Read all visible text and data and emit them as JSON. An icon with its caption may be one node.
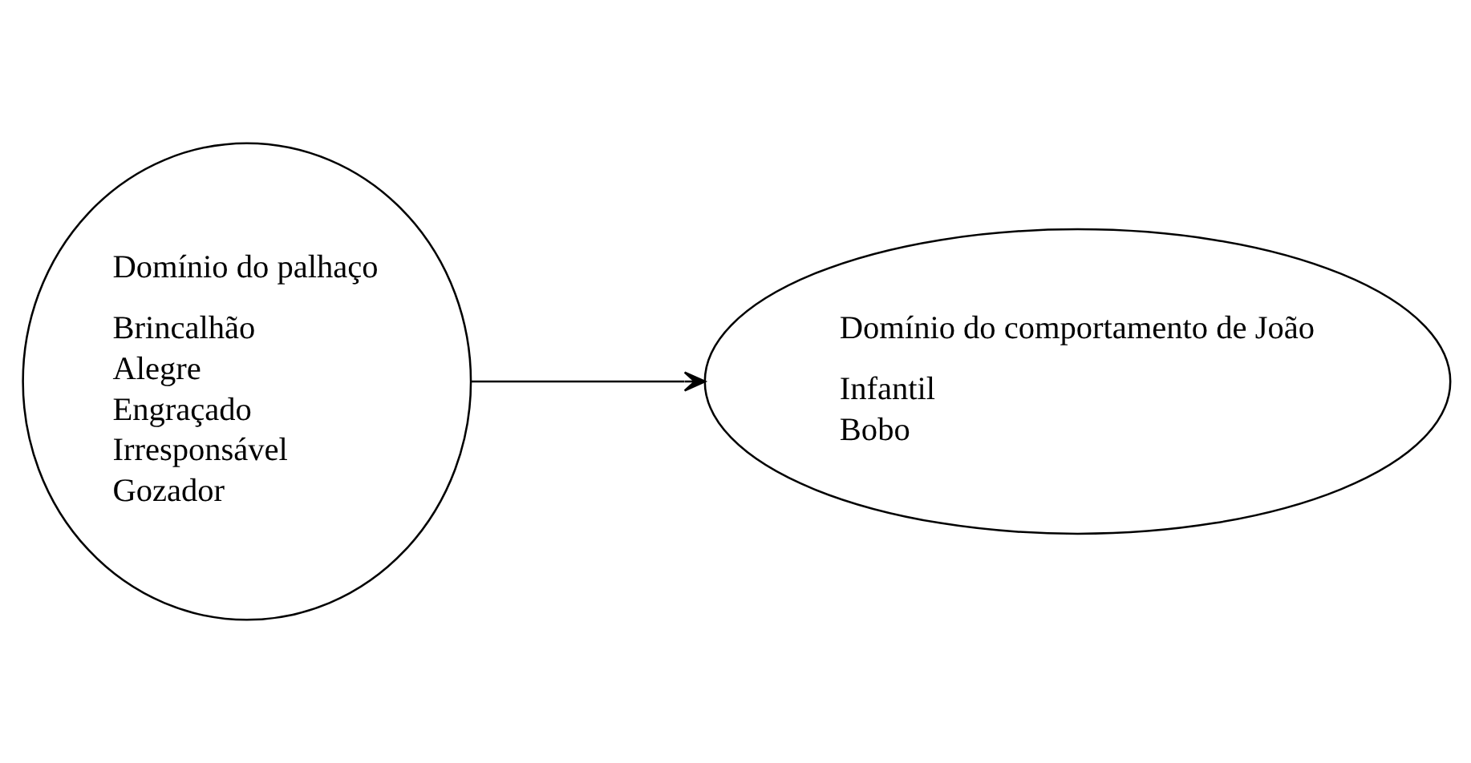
{
  "diagram": {
    "nodes": [
      {
        "text": [
          "Domínio do palhaço",
          "Brincalhão",
          "Alegre",
          "Engraçado",
          "Irresponsável",
          "Gozador"
        ]
      },
      {
        "text": [
          "Domínio do comportamento de João",
          "Infantil",
          "Bobo"
        ]
      }
    ],
    "edges": [
      {
        "from": 0,
        "to": 1,
        "arrow": "to"
      }
    ]
  }
}
